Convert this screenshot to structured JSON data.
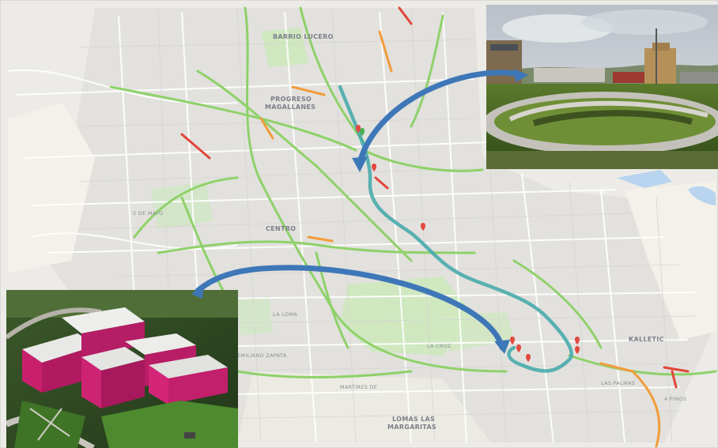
{
  "map": {
    "labels": {
      "barrio_lucero": "BARRIO LUCERO",
      "progreso": "PROGRESO",
      "magallanes": "MAGALLANES",
      "centro": "CENTRO",
      "cinco_de_mayo": "5 DE MAYO",
      "lomas_margaritas": "LOMAS LAS",
      "margaritas": "MARGARITAS",
      "kalletic": "KALLETIC",
      "la_cruz": "LA CRUZ",
      "la_loma": "LA LOMA",
      "emiliano_zapata": "EMILIANO ZAPATA",
      "martires": "MARTIRES DE",
      "las_palmas": "LAS PALMAS",
      "cuarto_pinos": "4 PINOS"
    },
    "colors": {
      "background": "#ecebe7",
      "block": "#e3e2de",
      "park": "#cfe8c0",
      "route": "#3fa7a9",
      "traffic_green": "#8fd16a",
      "traffic_orange": "#f29b3a",
      "traffic_red": "#e2463a",
      "pin": "#e24a3f",
      "arrow": "#3e77b8",
      "water": "#b8d4ee"
    }
  }
}
